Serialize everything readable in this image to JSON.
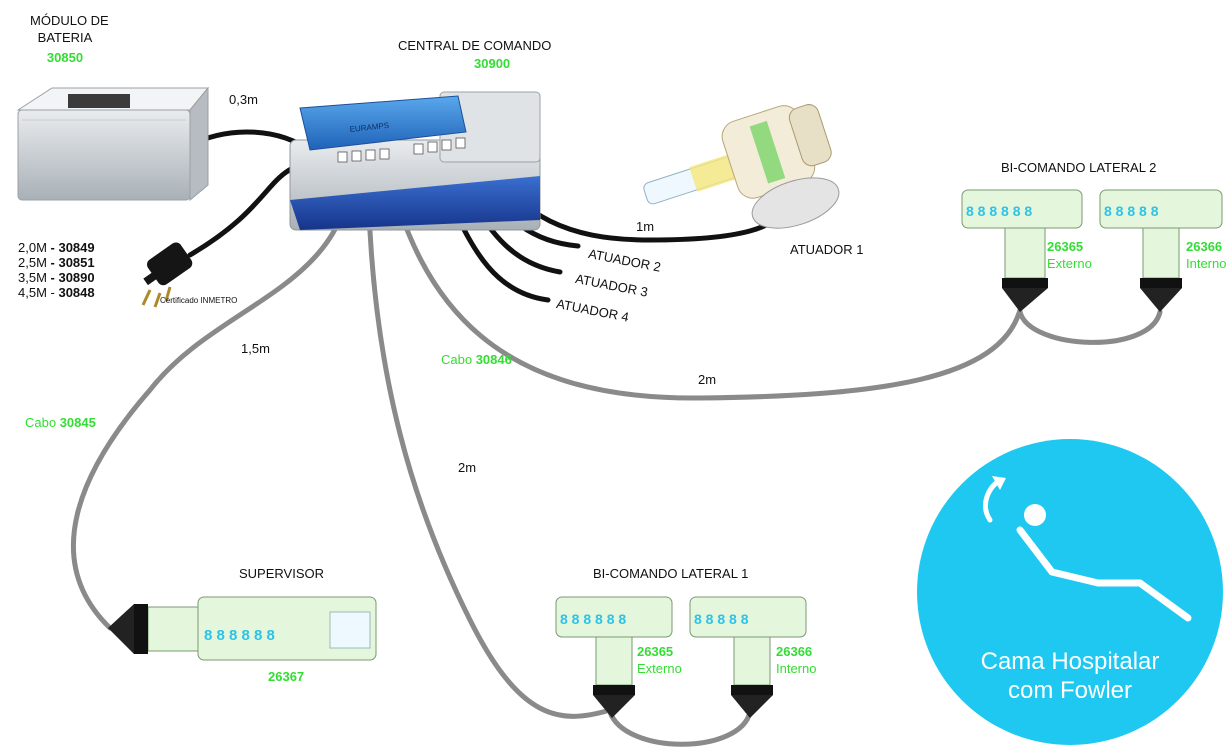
{
  "battery": {
    "title_line1": "MÓDULO DE",
    "title_line2": "BATERIA",
    "code": "30850"
  },
  "central": {
    "title": "CENTRAL DE COMANDO",
    "code": "30900"
  },
  "cables": {
    "battery_length": "0,3m",
    "power_options": [
      {
        "length": "2,0M",
        "sep": " - ",
        "code": "30849"
      },
      {
        "length": "2,5M",
        "sep": " - ",
        "code": "30851"
      },
      {
        "length": "3,5M",
        "sep": " - ",
        "code": "30890"
      },
      {
        "length": "4,5M",
        "sep": " - ",
        "code": "30848"
      }
    ],
    "certificate": "Certificado INMETRO",
    "supervisor_length": "1,5m",
    "cabo_left_prefix": "Cabo ",
    "cabo_left_code": "30845",
    "cabo_mid_prefix": "Cabo ",
    "cabo_mid_code": "30846",
    "lateral1_length": "2m",
    "lateral2_length": "2m",
    "actuator1_length": "1m"
  },
  "actuators": {
    "a1": "ATUADOR 1",
    "a2": "ATUADOR 2",
    "a3": "ATUADOR 3",
    "a4": "ATUADOR 4"
  },
  "bicomando2": {
    "title": "BI-COMANDO LATERAL 2",
    "ext_code": "26365",
    "ext_label": "Externo",
    "int_code": "26366",
    "int_label": "Interno"
  },
  "bicomando1": {
    "title": "BI-COMANDO LATERAL 1",
    "ext_code": "26365",
    "ext_label": "Externo",
    "int_code": "26366",
    "int_label": "Interno"
  },
  "supervisor": {
    "title": "SUPERVISOR",
    "code": "26367"
  },
  "badge": {
    "line1": "Cama Hospitalar",
    "line2": "com Fowler"
  },
  "colors": {
    "code_green": "#33dd33",
    "cable_gray": "#8a8a8a",
    "cable_black": "#111111",
    "badge_blue": "#1ec8f0",
    "central_blue": "#2f7fd6",
    "panel_green": "#e4f6dc"
  }
}
